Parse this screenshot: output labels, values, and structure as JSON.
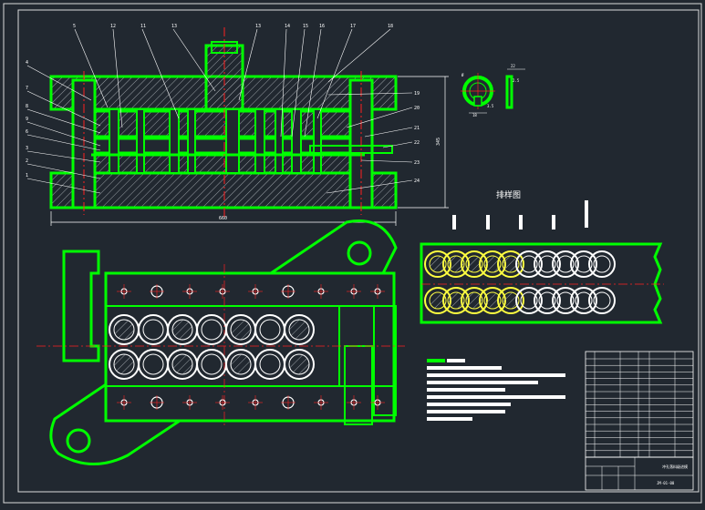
{
  "drawing": {
    "background_color": "#212830",
    "outline_color": "#00ff00",
    "hatch_color": "#9aa0a6",
    "centerline_color": "#ff2020",
    "annotation_color": "#ffffff",
    "accent_color": "#ffff40",
    "strip_layout_title": "排样图",
    "width_dimension": "660",
    "height_dimension": "345",
    "part_number_labels": [
      "5",
      "12",
      "11",
      "13",
      "13",
      "14",
      "15",
      "16",
      "17",
      "18"
    ],
    "left_labels": [
      "4",
      "7",
      "8",
      "9",
      "6",
      "3",
      "2",
      "1"
    ],
    "right_labels": [
      "19",
      "20",
      "21",
      "22",
      "23",
      "24"
    ],
    "part_dimensions": [
      "Ø",
      "22",
      "18",
      "2.5",
      "3.5"
    ],
    "title_block_name": "冲孔落料级进模",
    "drawing_number": "JM-01-00"
  }
}
